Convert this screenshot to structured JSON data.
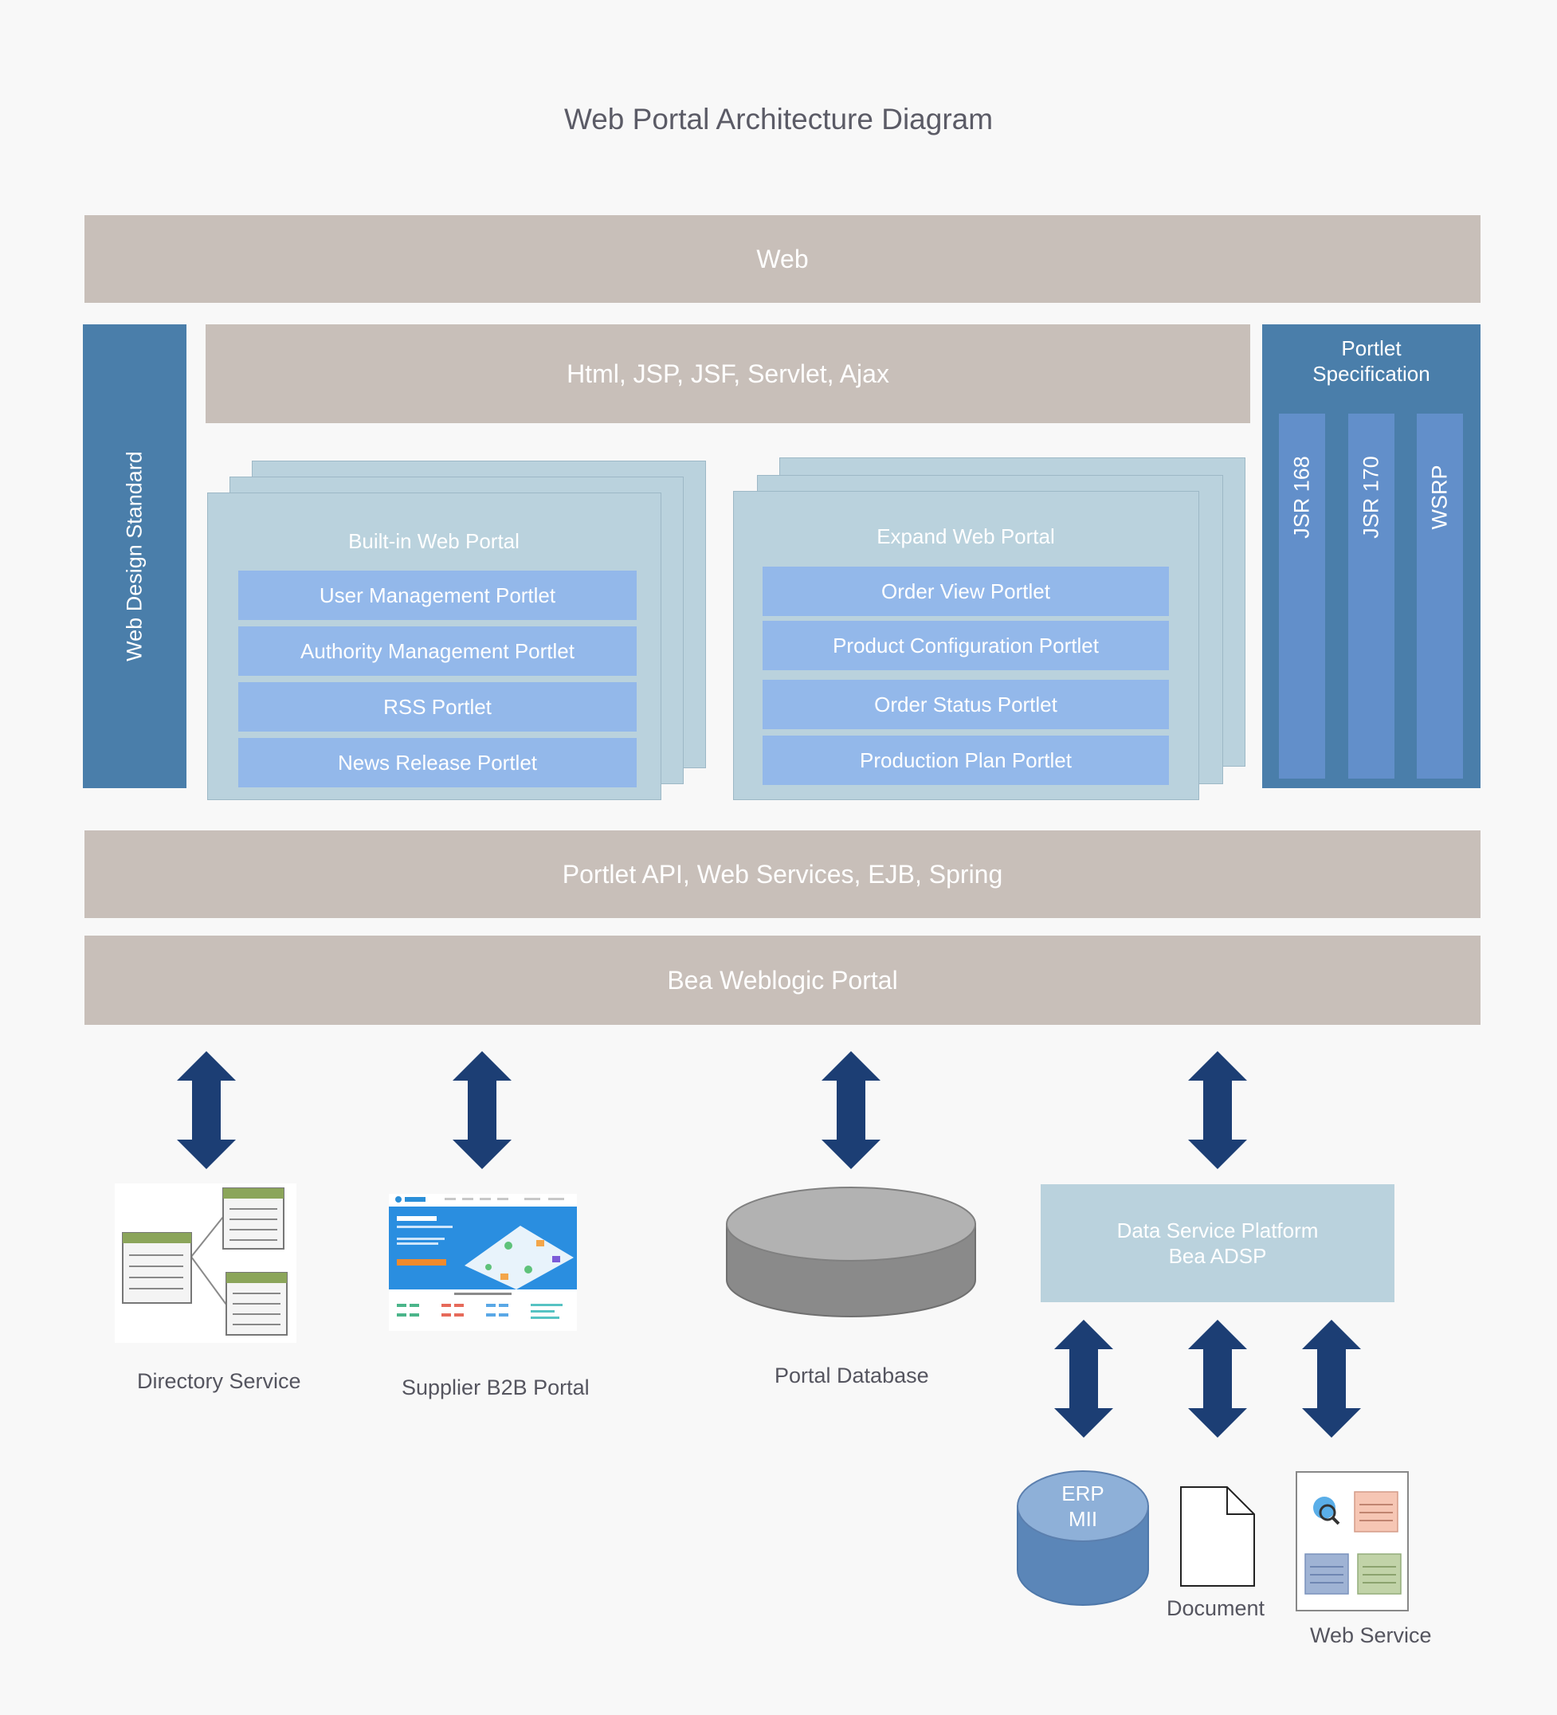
{
  "title": "Web Portal Architecture Diagram",
  "layers": {
    "web": "Web",
    "tech": "Html, JSP, JSF, Servlet, Ajax",
    "api": "Portlet API, Web Services, EJB, Spring",
    "bea": "Bea Weblogic Portal"
  },
  "web_design_standard": "Web Design Standard",
  "builtin_portal": {
    "title": "Built-in Web Portal",
    "portlets": [
      "User Management Portlet",
      "Authority Management Portlet",
      "RSS Portlet",
      "News Release Portlet"
    ]
  },
  "expand_portal": {
    "title": "Expand Web Portal",
    "portlets": [
      "Order View Portlet",
      "Product Configuration Portlet",
      "Order Status Portlet",
      "Production Plan Portlet"
    ]
  },
  "portlet_spec": {
    "title_line1": "Portlet",
    "title_line2": "Specification",
    "items": [
      "JSR 168",
      "JSR 170",
      "WSRP"
    ]
  },
  "services": {
    "directory": "Directory Service",
    "supplier": "Supplier B2B Portal",
    "database": "Portal Database",
    "dsp_line1": "Data Service Platform",
    "dsp_line2": "Bea ADSP"
  },
  "backends": {
    "erp_line1": "ERP",
    "erp_line2": "MII",
    "document": "Document",
    "webservice": "Web Service"
  },
  "colors": {
    "band": "#c8bfb9",
    "blue_column": "#4a7eaa",
    "portlet": "#93b8ea",
    "portal_sheet": "#bad2dd",
    "arrow": "#1c3e74"
  }
}
